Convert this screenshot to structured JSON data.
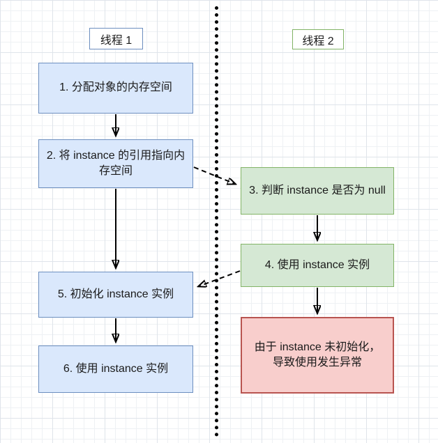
{
  "diagram_type": "flowchart",
  "threads": [
    {
      "label": "线程 1"
    },
    {
      "label": "线程 2"
    }
  ],
  "nodes": [
    {
      "id": "t1-step1",
      "thread": "线程 1",
      "style": "blue",
      "label": "1. 分配对象的内存空间"
    },
    {
      "id": "t1-step2",
      "thread": "线程 1",
      "style": "blue",
      "label": "2. 将 instance 的引用指向内存空间"
    },
    {
      "id": "t2-step3",
      "thread": "线程 2",
      "style": "green",
      "label": "3. 判断 instance 是否为 null"
    },
    {
      "id": "t2-step4",
      "thread": "线程 2",
      "style": "green",
      "label": "4. 使用 instance 实例"
    },
    {
      "id": "t1-step5",
      "thread": "线程 1",
      "style": "blue",
      "label": "5. 初始化 instance 实例"
    },
    {
      "id": "t1-step6",
      "thread": "线程 1",
      "style": "blue",
      "label": "6. 使用 instance 实例"
    },
    {
      "id": "t2-error",
      "thread": "线程 2",
      "style": "red",
      "label": "由于 instance 未初始化，导致使用发生异常"
    }
  ],
  "edges": [
    {
      "from": "t1-step1",
      "to": "t1-step2",
      "style": "solid"
    },
    {
      "from": "t1-step2",
      "to": "t1-step5",
      "style": "solid"
    },
    {
      "from": "t1-step2",
      "to": "t2-step3",
      "style": "dashed"
    },
    {
      "from": "t2-step3",
      "to": "t2-step4",
      "style": "solid"
    },
    {
      "from": "t2-step4",
      "to": "t1-step5",
      "style": "dashed"
    },
    {
      "from": "t1-step5",
      "to": "t1-step6",
      "style": "solid"
    },
    {
      "from": "t2-step4",
      "to": "t2-error",
      "style": "solid"
    }
  ],
  "colors": {
    "blue_fill": "#dae8fc",
    "blue_border": "#6c8ebf",
    "green_fill": "#d5e8d4",
    "green_border": "#82b366",
    "red_fill": "#f8cecc",
    "red_border": "#b85450",
    "text": "#1a1a1a",
    "divider": "#000000"
  }
}
